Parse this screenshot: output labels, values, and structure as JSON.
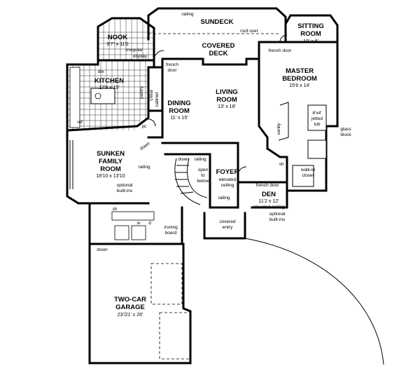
{
  "rooms": {
    "sundeck": {
      "name": "SUNDECK"
    },
    "covered_deck": {
      "line1": "COVERED",
      "line2": "DECK"
    },
    "nook": {
      "name": "NOOK",
      "size": "9'7\" x 11'2",
      "note1": "irregular",
      "note2": "display"
    },
    "kitchen": {
      "name": "KITCHEN",
      "size": "17'8 x 15'"
    },
    "dining": {
      "line1": "DINING",
      "line2": "ROOM",
      "size": "11' x 15'"
    },
    "living": {
      "line1": "LIVING",
      "line2": "ROOM",
      "size": "13' x 18'"
    },
    "sitting": {
      "line1": "SITTING",
      "line2": "ROOM",
      "size": "10' x 6'"
    },
    "master": {
      "line1": "MASTER",
      "line2": "BEDROOM",
      "size": "15'6 x 14'"
    },
    "family": {
      "line1": "SUNKEN",
      "line2": "FAMILY",
      "line3": "ROOM",
      "size": "18'10 x 13'10"
    },
    "foyer": {
      "name": "FOYER",
      "note1": "elevated",
      "note2": "ceiling"
    },
    "den": {
      "name": "DEN",
      "size": "11'2 x 12'",
      "note": "elevated ceiling"
    },
    "garage": {
      "line1": "TWO-CAR",
      "line2": "GARAGE",
      "size": "23'/21' x 26'"
    },
    "covered_entry": {
      "line1": "covered",
      "line2": "entry"
    }
  },
  "notes": {
    "railing_top": "railing",
    "roof_over": "roof over",
    "french_door_top": "french door",
    "french_door_nook_1": "french",
    "french_door_nook_2": "door",
    "pantry": "pantry",
    "china_1": "china",
    "china_2": "cabinet",
    "dw": "dw",
    "ref": "ref",
    "pc": "pc",
    "down_family": "down",
    "railing_family": "railing",
    "optional_builtins_1": "optional",
    "optional_builtins_2": "built-ins",
    "down_stair": "down",
    "railing_stair": "railing",
    "open_below_1": "open",
    "open_below_2": "to",
    "open_below_3": "below",
    "railing_foyer": "railing",
    "french_door_den": "french door",
    "den_optional_1": "optional",
    "den_optional_2": "built-ins",
    "sh": "sh",
    "sh2": "sh",
    "walkin_1": "walk-in",
    "walkin_2": "closet",
    "tub_1": "6'x4'",
    "tub_2": "jetted",
    "tub_3": "tub",
    "glass_1": "glass",
    "glass_2": "block",
    "vanity": "vanity",
    "w": "w",
    "d": "d",
    "ironing_1": "ironing",
    "ironing_2": "board",
    "down_garage": "down"
  }
}
